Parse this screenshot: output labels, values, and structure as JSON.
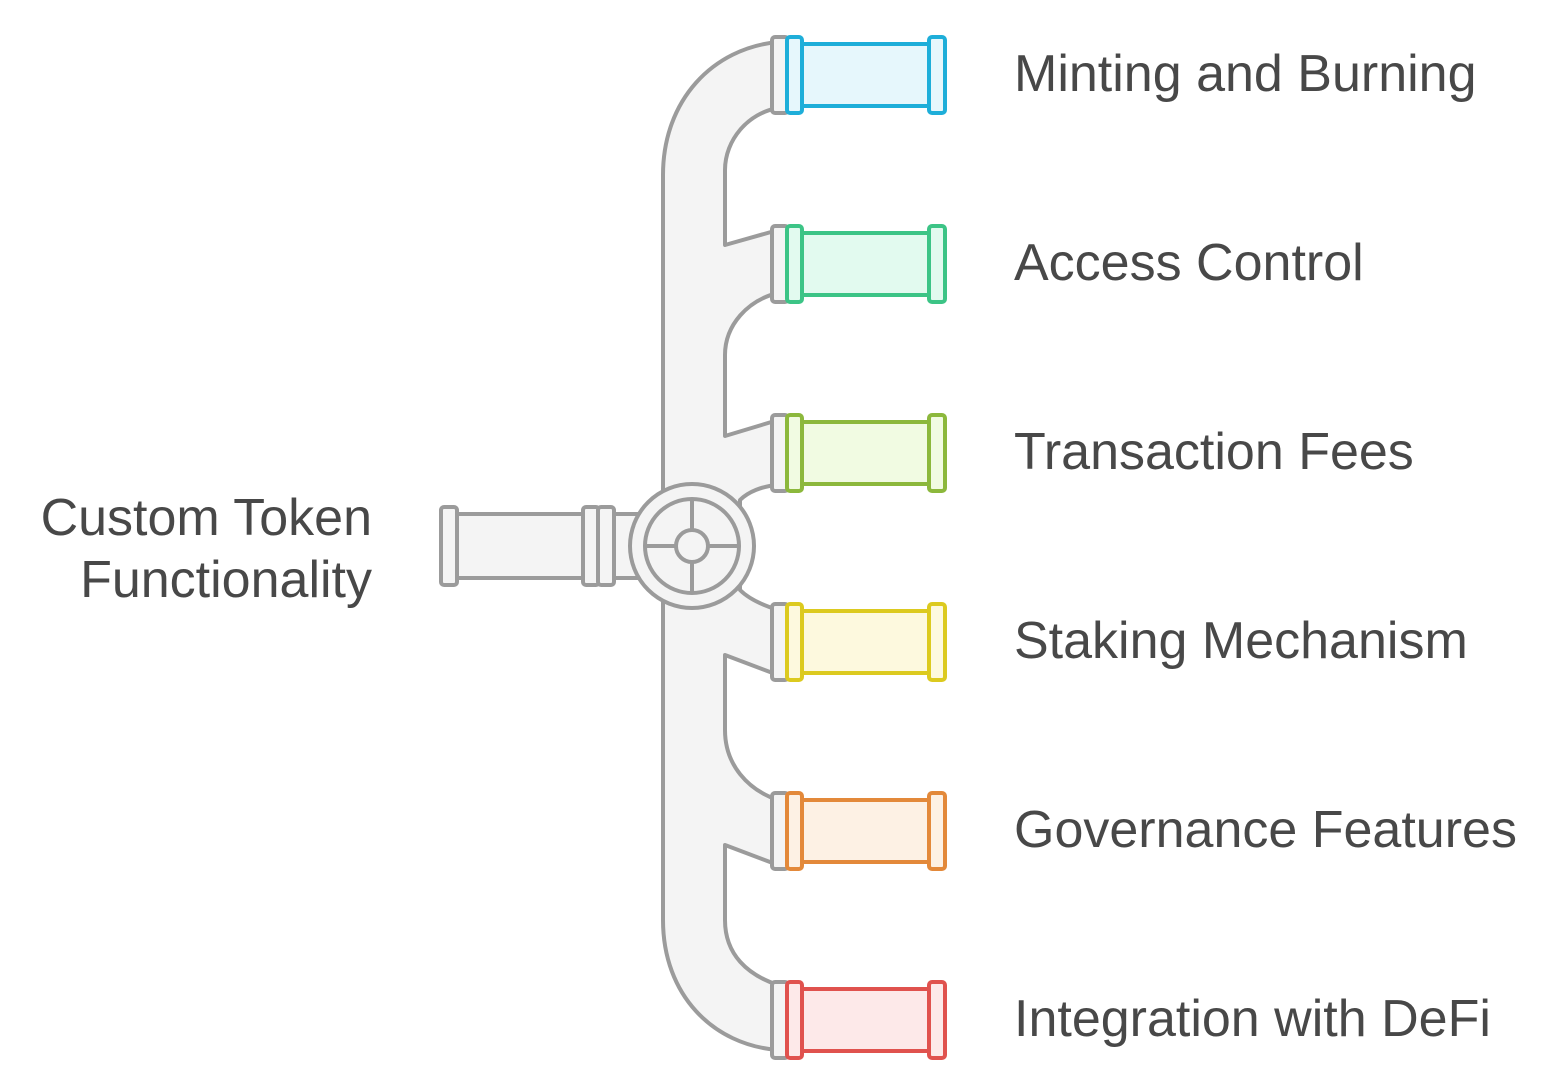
{
  "source": {
    "line1": "Custom Token",
    "line2": "Functionality"
  },
  "colors": {
    "pipe_stroke": "#9b9b9b",
    "pipe_fill": "#f4f4f4",
    "text": "#484848"
  },
  "branches": [
    {
      "label": "Minting and Burning",
      "stroke": "#1eaed9",
      "fill": "#e6f7fc"
    },
    {
      "label": "Access Control",
      "stroke": "#3cc486",
      "fill": "#e2faef"
    },
    {
      "label": "Transaction Fees",
      "stroke": "#8cb83c",
      "fill": "#f1fbe2"
    },
    {
      "label": "Staking Mechanism",
      "stroke": "#dcca1f",
      "fill": "#fdf9de"
    },
    {
      "label": "Governance Features",
      "stroke": "#e3893a",
      "fill": "#fdf1e4"
    },
    {
      "label": "Integration with DeFi",
      "stroke": "#e0524e",
      "fill": "#fde9e9"
    }
  ]
}
